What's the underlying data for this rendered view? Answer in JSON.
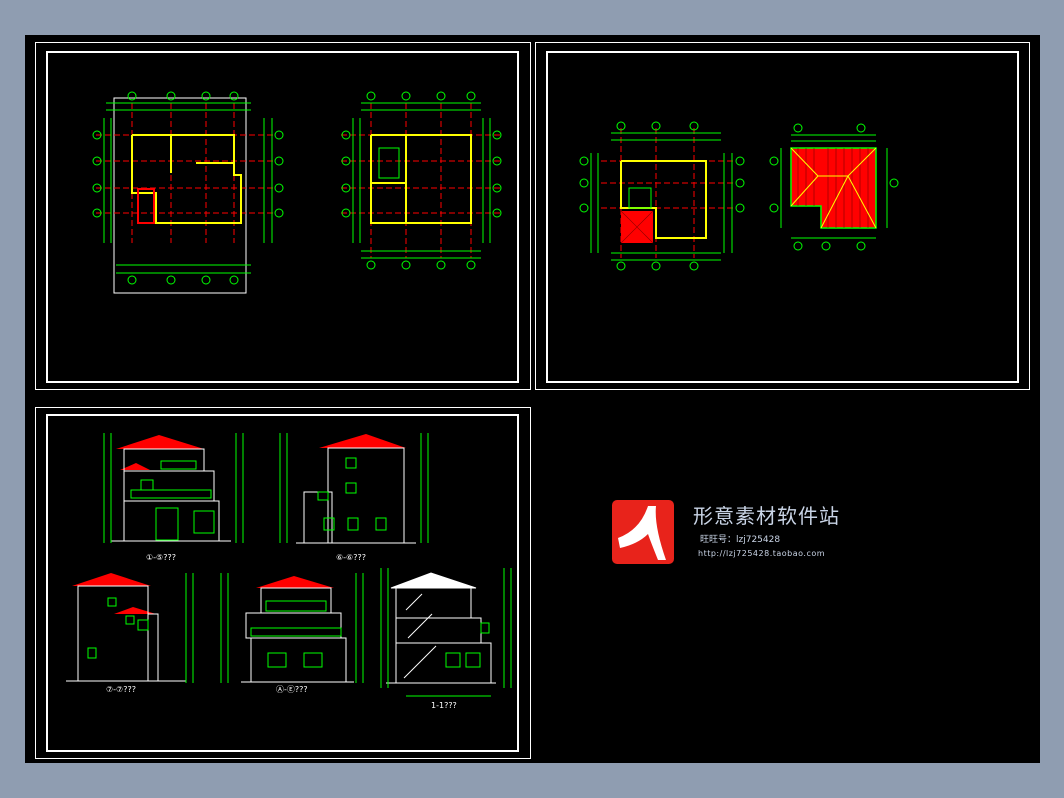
{
  "drawing": {
    "colors": {
      "background": "#000000",
      "frame": "#ffffff",
      "dimension_lines": "#00ff00",
      "walls": "#ffff00",
      "axis_lines": "#ff0000",
      "roof": "#ff0000",
      "window_background": "#8f9db1"
    },
    "sheets": [
      {
        "id": "floor-plans-1-2"
      },
      {
        "id": "floor-plan-3-and-roof-plan"
      },
      {
        "id": "elevations-and-section"
      }
    ],
    "elevation_labels": [
      "①-⑤???",
      "⑥-⑥???",
      "⑦-⑦???",
      "Ⓐ-Ⓔ???",
      "1-1???"
    ]
  },
  "watermark": {
    "title": "形意素材软件站",
    "wangwang": "旺旺号：lzj725428",
    "url": "http://lzj725428.taobao.com",
    "logo_icon": "red-square-logo-icon"
  }
}
